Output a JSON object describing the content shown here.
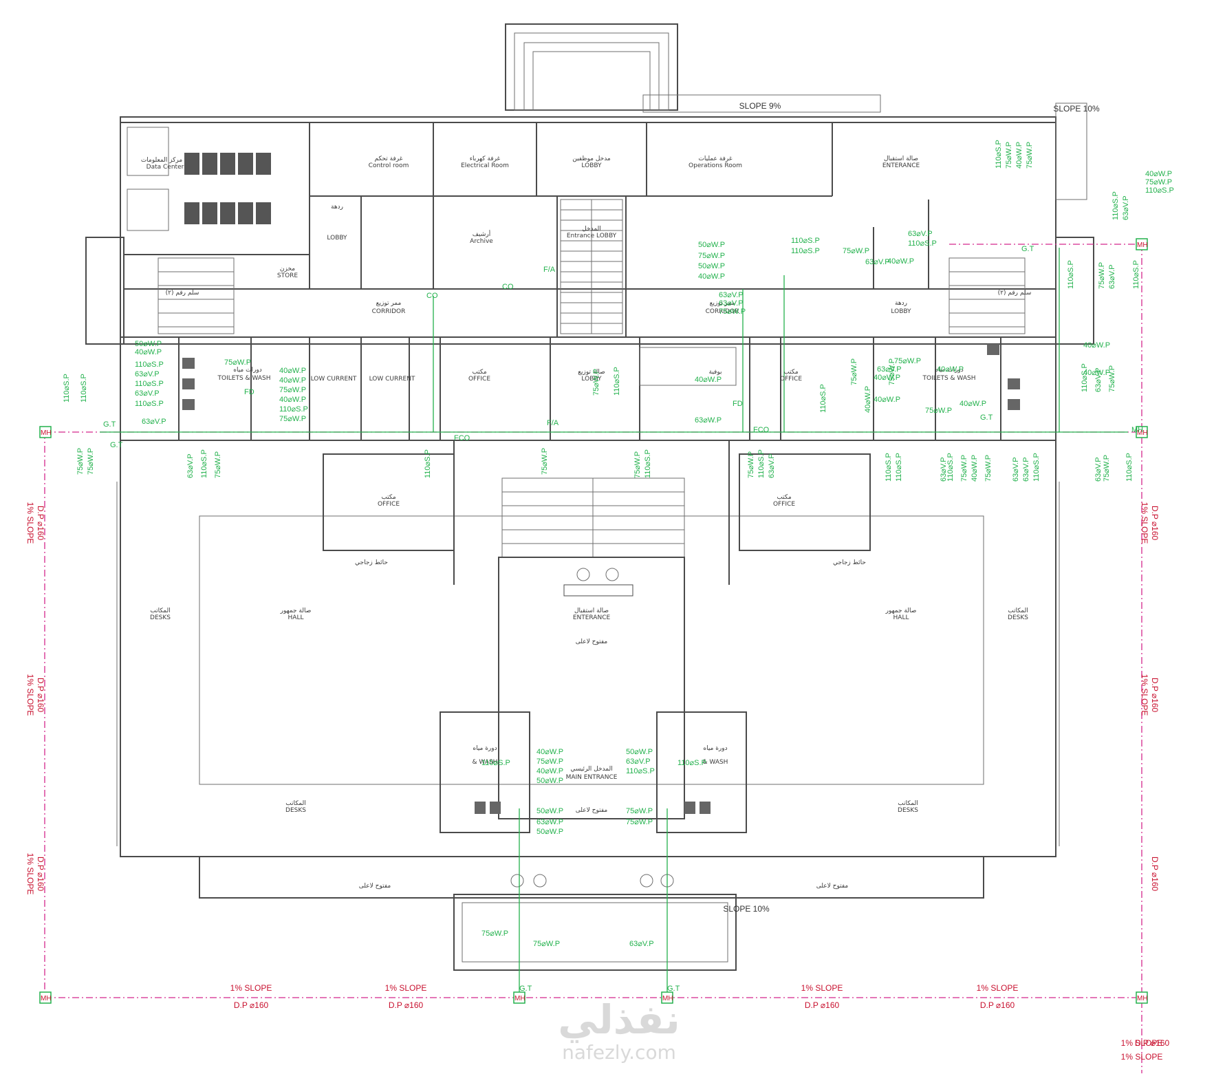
{
  "drawing": {
    "rooms": [
      {
        "key": "data_center_ar",
        "text": "مركز المعلومات"
      },
      {
        "key": "data_center_en",
        "text": "Data Center"
      },
      {
        "key": "control_ar",
        "text": "غرفة تحكم"
      },
      {
        "key": "control_en",
        "text": "Control room"
      },
      {
        "key": "electrical_ar",
        "text": "غرفة كهرباء"
      },
      {
        "key": "electrical_en",
        "text": "Electrical Room"
      },
      {
        "key": "staff_entrance_ar",
        "text": "مدخل موظفين"
      },
      {
        "key": "staff_entrance_en",
        "text": "LOBBY"
      },
      {
        "key": "operations_ar",
        "text": "غرفة عمليات"
      },
      {
        "key": "operations_en",
        "text": "Operations Room"
      },
      {
        "key": "reception_ar",
        "text": "صالة استقبال"
      },
      {
        "key": "reception_en",
        "text": "ENTERANCE"
      },
      {
        "key": "archive_ar",
        "text": "أرشيف"
      },
      {
        "key": "archive_en",
        "text": "Archive"
      },
      {
        "key": "entrance_lobby_ar",
        "text": "المدخل"
      },
      {
        "key": "entrance_lobby_en",
        "text": "Entrance LOBBY"
      },
      {
        "key": "lobby_left_ar",
        "text": "ردهة"
      },
      {
        "key": "lobby_left_en",
        "text": "LOBBY"
      },
      {
        "key": "store_ar",
        "text": "مخزن"
      },
      {
        "key": "store_en",
        "text": "STORE"
      },
      {
        "key": "stair_left",
        "text": "سلم رقم (٢)"
      },
      {
        "key": "stair_right",
        "text": "سلم رقم (٢)"
      },
      {
        "key": "corridor_left_ar",
        "text": "ممر توزيع"
      },
      {
        "key": "corridor_left_en",
        "text": "CORRIDOR"
      },
      {
        "key": "corridor_right_ar",
        "text": "ممر توزيع"
      },
      {
        "key": "corridor_right_en",
        "text": "CORRIDOR"
      },
      {
        "key": "lobby_right_ar",
        "text": "ردهة"
      },
      {
        "key": "lobby_right_en",
        "text": "LOBBY"
      },
      {
        "key": "toilets_left_ar",
        "text": "دورات مياه"
      },
      {
        "key": "toilets_left_en",
        "text": "TOILETS & WASH"
      },
      {
        "key": "toilets_right_ar",
        "text": "دورات مياه"
      },
      {
        "key": "toilets_right_en",
        "text": "TOILETS & WASH"
      },
      {
        "key": "lowcurrent1_en",
        "text": "LOW CURRENT"
      },
      {
        "key": "lowcurrent2_en",
        "text": "LOW CURRENT"
      },
      {
        "key": "office_mid_ar",
        "text": "مكتب"
      },
      {
        "key": "office_mid_en",
        "text": "OFFICE"
      },
      {
        "key": "dist_hall_ar",
        "text": "صالة توزيع"
      },
      {
        "key": "dist_hall_en",
        "text": "LOBBY"
      },
      {
        "key": "buffet_ar",
        "text": "بوفية"
      },
      {
        "key": "office_right_ar",
        "text": "مكتب"
      },
      {
        "key": "office_right_en",
        "text": "OFFICE"
      },
      {
        "key": "office_lower_left_ar",
        "text": "مكتب"
      },
      {
        "key": "office_lower_left_en",
        "text": "OFFICE"
      },
      {
        "key": "office_lower_right_ar",
        "text": "مكتب"
      },
      {
        "key": "office_lower_right_en",
        "text": "OFFICE"
      },
      {
        "key": "glass_wall_left",
        "text": "حائط زجاجي"
      },
      {
        "key": "glass_wall_right",
        "text": "حائط زجاجي"
      },
      {
        "key": "hall_left_ar",
        "text": "صالة جمهور"
      },
      {
        "key": "hall_left_en",
        "text": "HALL"
      },
      {
        "key": "hall_right_ar",
        "text": "صالة جمهور"
      },
      {
        "key": "hall_right_en",
        "text": "HALL"
      },
      {
        "key": "desks_left_ar",
        "text": "المكاتب"
      },
      {
        "key": "desks_left_en",
        "text": "DESKS"
      },
      {
        "key": "desks_right_ar",
        "text": "المكاتب"
      },
      {
        "key": "desks_right_en",
        "text": "DESKS"
      },
      {
        "key": "desks_bl_ar",
        "text": "المكاتب"
      },
      {
        "key": "desks_bl_en",
        "text": "DESKS"
      },
      {
        "key": "desks_br_ar",
        "text": "المكاتب"
      },
      {
        "key": "desks_br_en",
        "text": "DESKS"
      },
      {
        "key": "entrance_hall_ar",
        "text": "صالة استقبال"
      },
      {
        "key": "entrance_hall_en",
        "text": "ENTERANCE"
      },
      {
        "key": "open_above_1",
        "text": "مفتوح لاعلى"
      },
      {
        "key": "main_entrance_ar",
        "text": "المدخل الرئيسي"
      },
      {
        "key": "main_entrance_en",
        "text": "MAIN ENTRANCE"
      },
      {
        "key": "open_above_2",
        "text": "مفتوح لاعلى"
      },
      {
        "key": "wc_left_ar",
        "text": "دورة مياه"
      },
      {
        "key": "wc_left_en",
        "text": "& WASH"
      },
      {
        "key": "wc_right_ar",
        "text": "دورة مياه"
      },
      {
        "key": "wc_right_en",
        "text": "& WASH"
      },
      {
        "key": "open_bottom_left",
        "text": "مفتوح لاعلى"
      },
      {
        "key": "open_bottom_right",
        "text": "مفتوح لاعلى"
      }
    ],
    "slopes": [
      {
        "key": "slope_top",
        "text": "SLOPE 9%"
      },
      {
        "key": "slope_top_right",
        "text": "SLOPE 10%"
      },
      {
        "key": "slope_bottom",
        "text": "SLOPE 10%"
      }
    ],
    "pipe_labels": [
      {
        "key": "p1",
        "text": "40⌀W.P"
      },
      {
        "key": "p2",
        "text": "75⌀W.P"
      },
      {
        "key": "p3",
        "text": "110⌀S.P"
      },
      {
        "key": "p4",
        "text": "50⌀W.P"
      },
      {
        "key": "p5",
        "text": "40⌀W.P"
      },
      {
        "key": "p6",
        "text": "110⌀S.P"
      },
      {
        "key": "p7",
        "text": "63⌀V.P"
      },
      {
        "key": "p8",
        "text": "110⌀S.P"
      },
      {
        "key": "p9",
        "text": "63⌀V.P"
      },
      {
        "key": "p10",
        "text": "110⌀S.P"
      },
      {
        "key": "p11",
        "text": "63⌀V.P"
      },
      {
        "key": "p12",
        "text": "75⌀W.P"
      },
      {
        "key": "p13",
        "text": "40⌀W.P"
      },
      {
        "key": "p14",
        "text": "40⌀W.P"
      },
      {
        "key": "p15",
        "text": "75⌀W.P"
      },
      {
        "key": "p16",
        "text": "40⌀W.P"
      },
      {
        "key": "p17",
        "text": "110⌀S.P"
      },
      {
        "key": "p18",
        "text": "75⌀W.P"
      },
      {
        "key": "p19",
        "text": "50⌀W.P"
      },
      {
        "key": "p20",
        "text": "75⌀W.P"
      },
      {
        "key": "p21",
        "text": "110⌀S.P"
      },
      {
        "key": "p22",
        "text": "110⌀S.P"
      },
      {
        "key": "p23",
        "text": "75⌀W.P"
      },
      {
        "key": "p24",
        "text": "63⌀V.P"
      },
      {
        "key": "p25",
        "text": "63⌀V.P"
      },
      {
        "key": "p26",
        "text": "63⌀V.P"
      },
      {
        "key": "p27",
        "text": "75⌀W.P"
      },
      {
        "key": "p28",
        "text": "50⌀W.P"
      },
      {
        "key": "p29",
        "text": "40⌀W.P"
      },
      {
        "key": "p30",
        "text": "63⌀V.P"
      },
      {
        "key": "p31",
        "text": "110⌀S.P"
      },
      {
        "key": "p32",
        "text": "40⌀W.P"
      },
      {
        "key": "p33",
        "text": "75⌀W.P"
      },
      {
        "key": "p34",
        "text": "63⌀V.P"
      },
      {
        "key": "p35",
        "text": "40⌀W.P"
      },
      {
        "key": "p36",
        "text": "40⌀W.P"
      },
      {
        "key": "p37",
        "text": "63⌀W.P"
      },
      {
        "key": "p38",
        "text": "40⌀W.P"
      },
      {
        "key": "p39",
        "text": "40⌀W.P"
      },
      {
        "key": "p40",
        "text": "40⌀W.P"
      },
      {
        "key": "p41",
        "text": "75⌀W.P"
      },
      {
        "key": "p42",
        "text": "40⌀W.P"
      },
      {
        "key": "p43",
        "text": "40⌀W.P"
      },
      {
        "key": "p44",
        "text": "40⌀W.P"
      },
      {
        "key": "p45",
        "text": "75⌀W.P"
      },
      {
        "key": "p46",
        "text": "40⌀W.P"
      },
      {
        "key": "p47",
        "text": "50⌀W.P"
      },
      {
        "key": "p48",
        "text": "50⌀W.P"
      },
      {
        "key": "p49",
        "text": "63⌀W.P"
      },
      {
        "key": "p50",
        "text": "50⌀W.P"
      },
      {
        "key": "p51",
        "text": "50⌀W.P"
      },
      {
        "key": "p52",
        "text": "63⌀V.P"
      },
      {
        "key": "p53",
        "text": "110⌀S.P"
      },
      {
        "key": "p54",
        "text": "75⌀W.P"
      },
      {
        "key": "p55",
        "text": "75⌀W.P"
      },
      {
        "key": "p56",
        "text": "110⌀S.P"
      },
      {
        "key": "p57",
        "text": "110⌀S.P"
      },
      {
        "key": "p58",
        "text": "75⌀W.P"
      },
      {
        "key": "p59",
        "text": "75⌀W.P"
      },
      {
        "key": "p60",
        "text": "63⌀V.P"
      }
    ],
    "pipe_labels_vertical": [
      {
        "key": "v1",
        "text": "110⌀S.P"
      },
      {
        "key": "v2",
        "text": "110⌀S.P"
      },
      {
        "key": "v3",
        "text": "75⌀W.P"
      },
      {
        "key": "v4",
        "text": "75⌀W.P"
      },
      {
        "key": "v5",
        "text": "63⌀V.P"
      },
      {
        "key": "v6",
        "text": "110⌀S.P"
      },
      {
        "key": "v7",
        "text": "75⌀W.P"
      },
      {
        "key": "v8",
        "text": "110⌀S.P"
      },
      {
        "key": "v9",
        "text": "75⌀W.P"
      },
      {
        "key": "v10",
        "text": "110⌀S.P"
      },
      {
        "key": "v11",
        "text": "75⌀W.P"
      },
      {
        "key": "v12",
        "text": "75⌀W.P"
      },
      {
        "key": "v13",
        "text": "110⌀S.P"
      },
      {
        "key": "v14",
        "text": "75⌀W.P"
      },
      {
        "key": "v15",
        "text": "110⌀S.P"
      },
      {
        "key": "v16",
        "text": "63⌀V.P"
      },
      {
        "key": "v17",
        "text": "110⌀S.P"
      },
      {
        "key": "v18",
        "text": "40⌀W.P"
      },
      {
        "key": "v19",
        "text": "75⌀W.P"
      },
      {
        "key": "v20",
        "text": "110⌀S.P"
      },
      {
        "key": "v21",
        "text": "110⌀S.P"
      },
      {
        "key": "v22",
        "text": "75⌀W.P"
      },
      {
        "key": "v23",
        "text": "63⌀V.P"
      },
      {
        "key": "v24",
        "text": "110⌀S.P"
      },
      {
        "key": "v25",
        "text": "75⌀W.P"
      },
      {
        "key": "v26",
        "text": "40⌀W.P"
      },
      {
        "key": "v27",
        "text": "75⌀W.P"
      },
      {
        "key": "v28",
        "text": "63⌀V.P"
      },
      {
        "key": "v29",
        "text": "63⌀V.P"
      },
      {
        "key": "v30",
        "text": "110⌀S.P"
      },
      {
        "key": "v31",
        "text": "63⌀V.P"
      },
      {
        "key": "v32",
        "text": "75⌀W.P"
      },
      {
        "key": "v33",
        "text": "110⌀S.P"
      },
      {
        "key": "v34",
        "text": "110⌀S.P"
      },
      {
        "key": "v35",
        "text": "75⌀W.P"
      },
      {
        "key": "v36",
        "text": "40⌀W.P"
      },
      {
        "key": "v37",
        "text": "75⌀W.P"
      },
      {
        "key": "v38",
        "text": "110⌀S.P"
      },
      {
        "key": "v39",
        "text": "63⌀V.P"
      },
      {
        "key": "v40",
        "text": "110⌀S.P"
      },
      {
        "key": "v41",
        "text": "75⌀W.P"
      },
      {
        "key": "v42",
        "text": "63⌀V.P"
      },
      {
        "key": "v43",
        "text": "110⌀S.P"
      },
      {
        "key": "v44",
        "text": "110⌀S.P"
      },
      {
        "key": "v45",
        "text": "63⌀V.P"
      },
      {
        "key": "v46",
        "text": "75⌀W.P"
      }
    ],
    "fittings": [
      "CO",
      "FCO",
      "F/A",
      "FD",
      "G.T",
      "MH"
    ],
    "drain_labels": [
      {
        "key": "d1a",
        "text": "D.P ⌀160"
      },
      {
        "key": "d1b",
        "text": "1% SLOPE"
      },
      {
        "key": "d2a",
        "text": "D.P ⌀160"
      },
      {
        "key": "d2b",
        "text": "1% SLOPE"
      },
      {
        "key": "d3a",
        "text": "D.P ⌀160"
      },
      {
        "key": "d3b",
        "text": "1% SLOPE"
      },
      {
        "key": "d4a",
        "text": "D.P ⌀160"
      },
      {
        "key": "d4b",
        "text": "1% SLOPE"
      },
      {
        "key": "d5a",
        "text": "D.P ⌀160"
      },
      {
        "key": "d5b",
        "text": "1% SLOPE"
      },
      {
        "key": "d6a",
        "text": "D.P ⌀160"
      },
      {
        "key": "d6b",
        "text": "1% SLOPE"
      },
      {
        "key": "d7a",
        "text": "D.P ⌀160"
      },
      {
        "key": "d7b",
        "text": "1% SLOPE"
      },
      {
        "key": "d8a",
        "text": "D.P ⌀160"
      },
      {
        "key": "d8b",
        "text": "1% SLOPE"
      },
      {
        "key": "d9a",
        "text": "D.P ⌀160"
      },
      {
        "key": "d9b",
        "text": "1% SLOPE"
      },
      {
        "key": "d10a",
        "text": "D.P ⌀160"
      },
      {
        "key": "d10b",
        "text": "1% SLOPE"
      },
      {
        "key": "d11a",
        "text": "D.P ⌀160"
      },
      {
        "key": "d11b",
        "text": "1% SLOPE"
      }
    ],
    "colors": {
      "walls": "#4a4a4a",
      "water_pipes": "#22b14c",
      "drain": "#d4268c",
      "labels_red": "#c8102e"
    }
  },
  "watermark": {
    "arabic": "نفذلي",
    "latin": "nafezly.com"
  }
}
